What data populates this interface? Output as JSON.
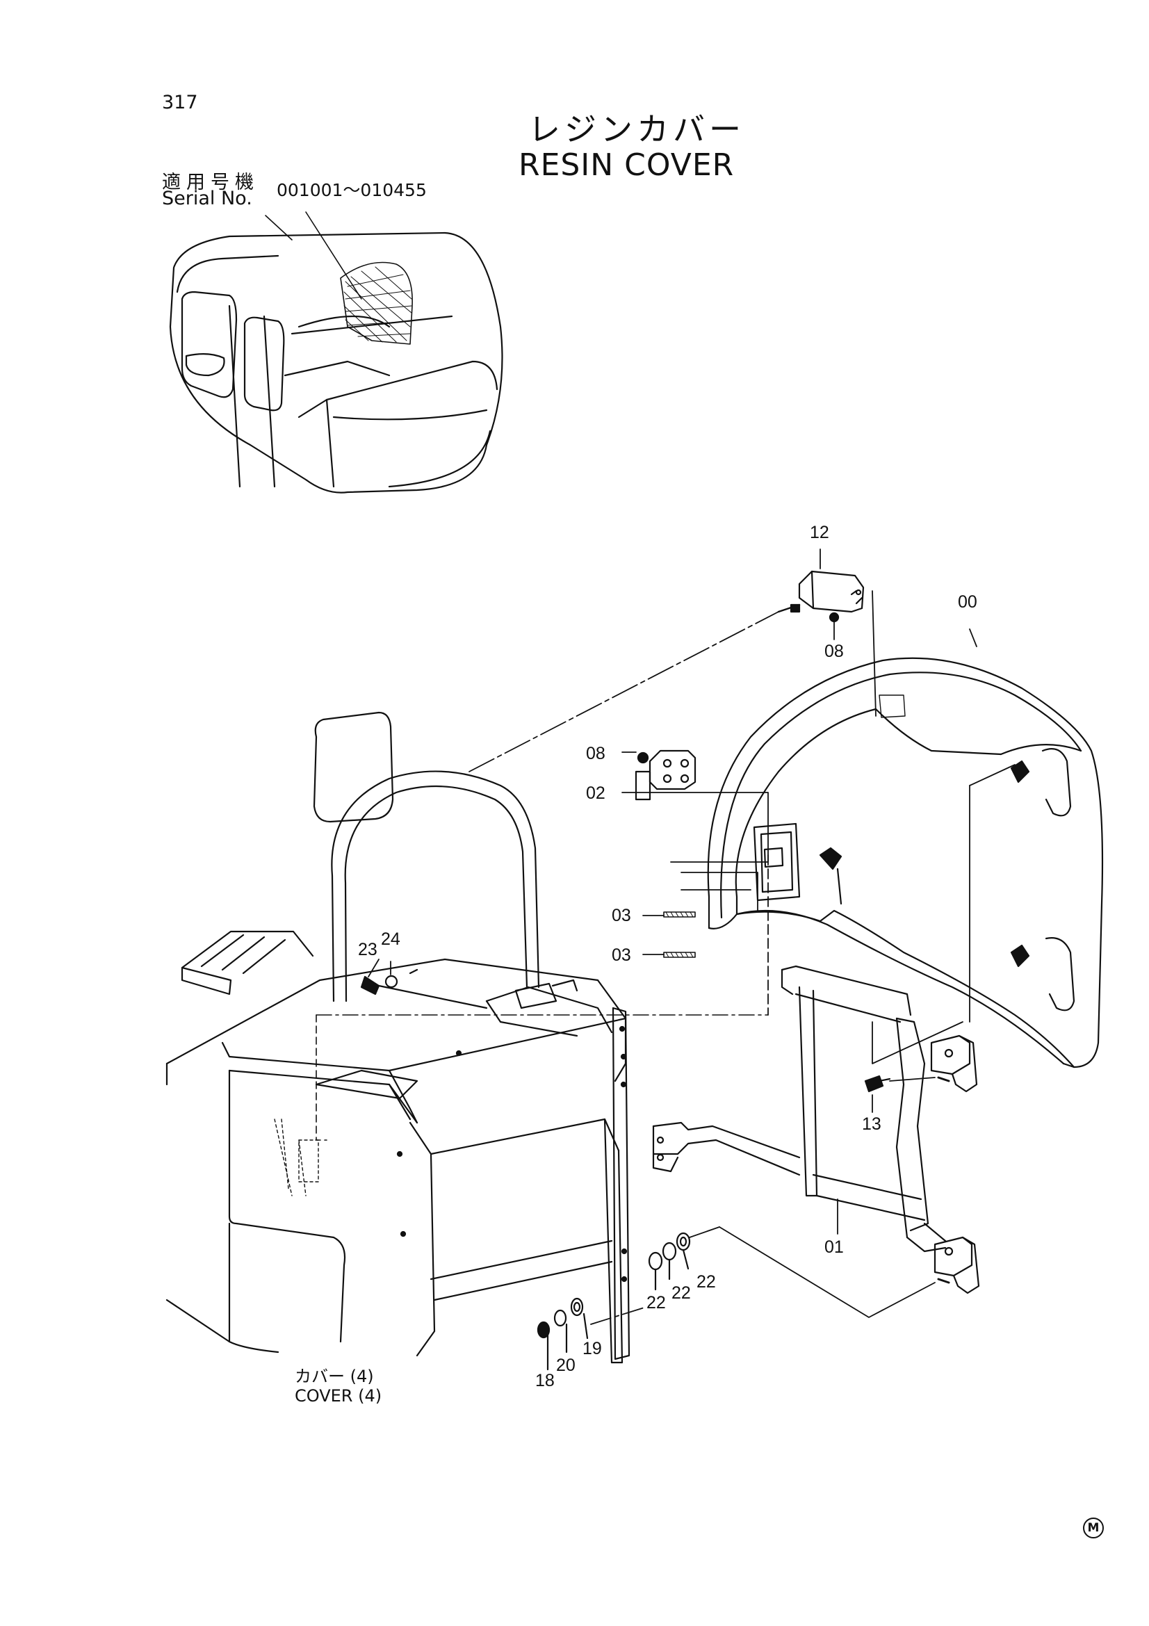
{
  "header": {
    "page_number": "317",
    "title_jp": "レジンカバー",
    "title_en": "RESIN COVER",
    "serial_label_jp": "適用号機",
    "serial_label_en": "Serial No.",
    "serial_range": "001001～010455"
  },
  "callouts": [
    "12",
    "00",
    "08",
    "08",
    "02",
    "03",
    "03",
    "24",
    "23",
    "13",
    "01",
    "22",
    "22",
    "22",
    "19",
    "20",
    "18"
  ],
  "reference_label": {
    "jp": "カバー (4)",
    "en": "COVER (4)"
  },
  "footer_mark": "M",
  "colors": {
    "line": "#111111",
    "background": "#ffffff"
  }
}
